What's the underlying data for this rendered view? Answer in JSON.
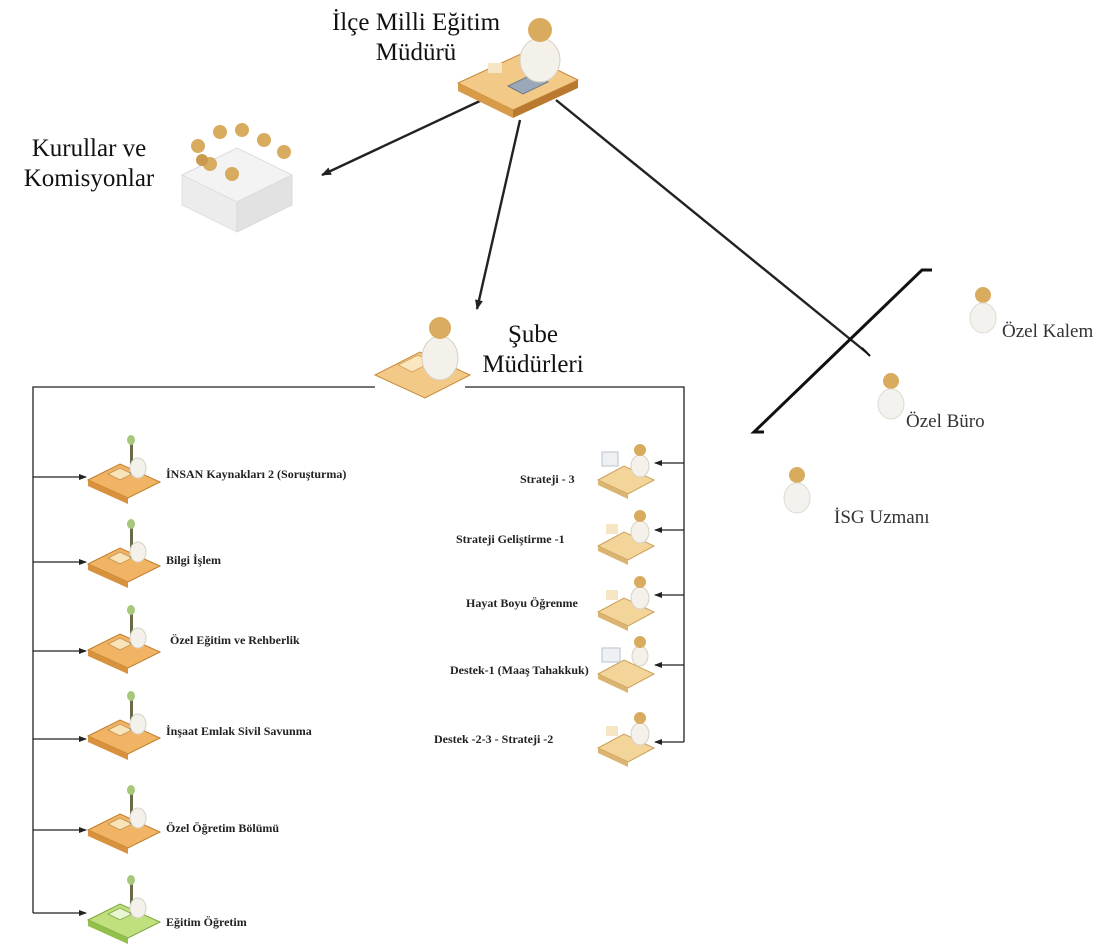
{
  "director": {
    "line1": "İlçe Milli Eğitim",
    "line2": "Müdürü"
  },
  "boards": {
    "line1": "Kurullar ve",
    "line2": "Komisyonlar"
  },
  "branch": {
    "line1": "Şube",
    "line2": "Müdürleri"
  },
  "staff": [
    "Özel Kalem",
    "Özel Büro",
    "İSG Uzmanı"
  ],
  "left_units": [
    "İNSAN Kaynakları 2  (Soruşturma)",
    "Bilgi İşlem",
    "Özel Eğitim ve Rehberlik",
    "İnşaat Emlak  Sivil Savunma",
    "Özel Öğretim Bölümü",
    "Eğitim  Öğretim"
  ],
  "right_units": [
    "Strateji - 3",
    "Strateji Geliştirme -1",
    "Hayat Boyu Öğrenme",
    "Destek-1 (Maaş  Tahakkuk)",
    "Destek -2-3  -  Strateji -2"
  ],
  "colors": {
    "desk": "#e8b060",
    "desk_light": "#f7dfa8",
    "desk_green": "#a9d46b",
    "head": "#d4a75a",
    "line": "#222222"
  }
}
